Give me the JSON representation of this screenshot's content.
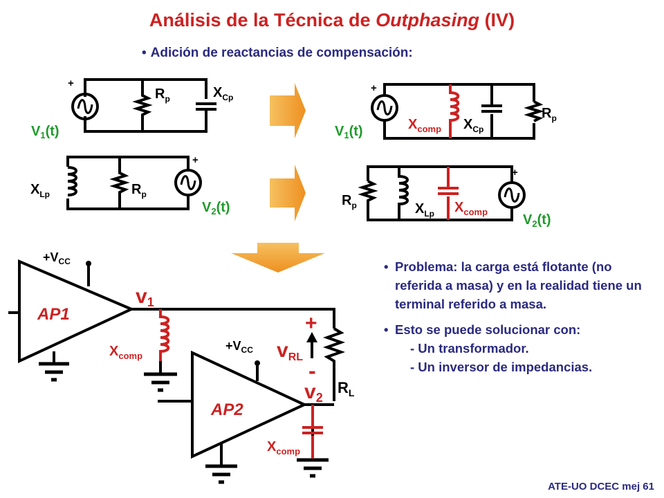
{
  "title": {
    "part1": "Análisis de la Técnica de ",
    "italic": "Outphasing",
    "part2": " (IV)"
  },
  "subtitle": "Adición de reactancias de compensación:",
  "bullet": "•",
  "labels": {
    "R": "R",
    "p": "p",
    "X": "X",
    "Cp": "Cp",
    "Lp": "Lp",
    "comp": "comp",
    "V1t_main": "V",
    "V1t_idx": "1",
    "t": "(t)",
    "V2t_idx": "2",
    "plus": "+",
    "minus": "-",
    "vcc_v": "+V",
    "vcc_sub": "CC",
    "v": "v",
    "v1_idx": "1",
    "v2_idx": "2",
    "RL_sub": "RL",
    "L": "L",
    "AP1": "AP1",
    "AP2": "AP2"
  },
  "notes": {
    "p1": "Problema: la carga está flotante (no referida a masa)  y en la realidad tiene un terminal referido a masa.",
    "p2": "Esto se puede solucionar con:",
    "sub1": "- Un transformador.",
    "sub2": "- Un inversor de impedancias."
  },
  "footer": "ATE-UO DCEC mej 61",
  "colors": {
    "title": "#cc2222",
    "text": "#2a2a80",
    "green": "#1f9a2a",
    "red": "#cc2222",
    "arrow": "#f0a030"
  }
}
